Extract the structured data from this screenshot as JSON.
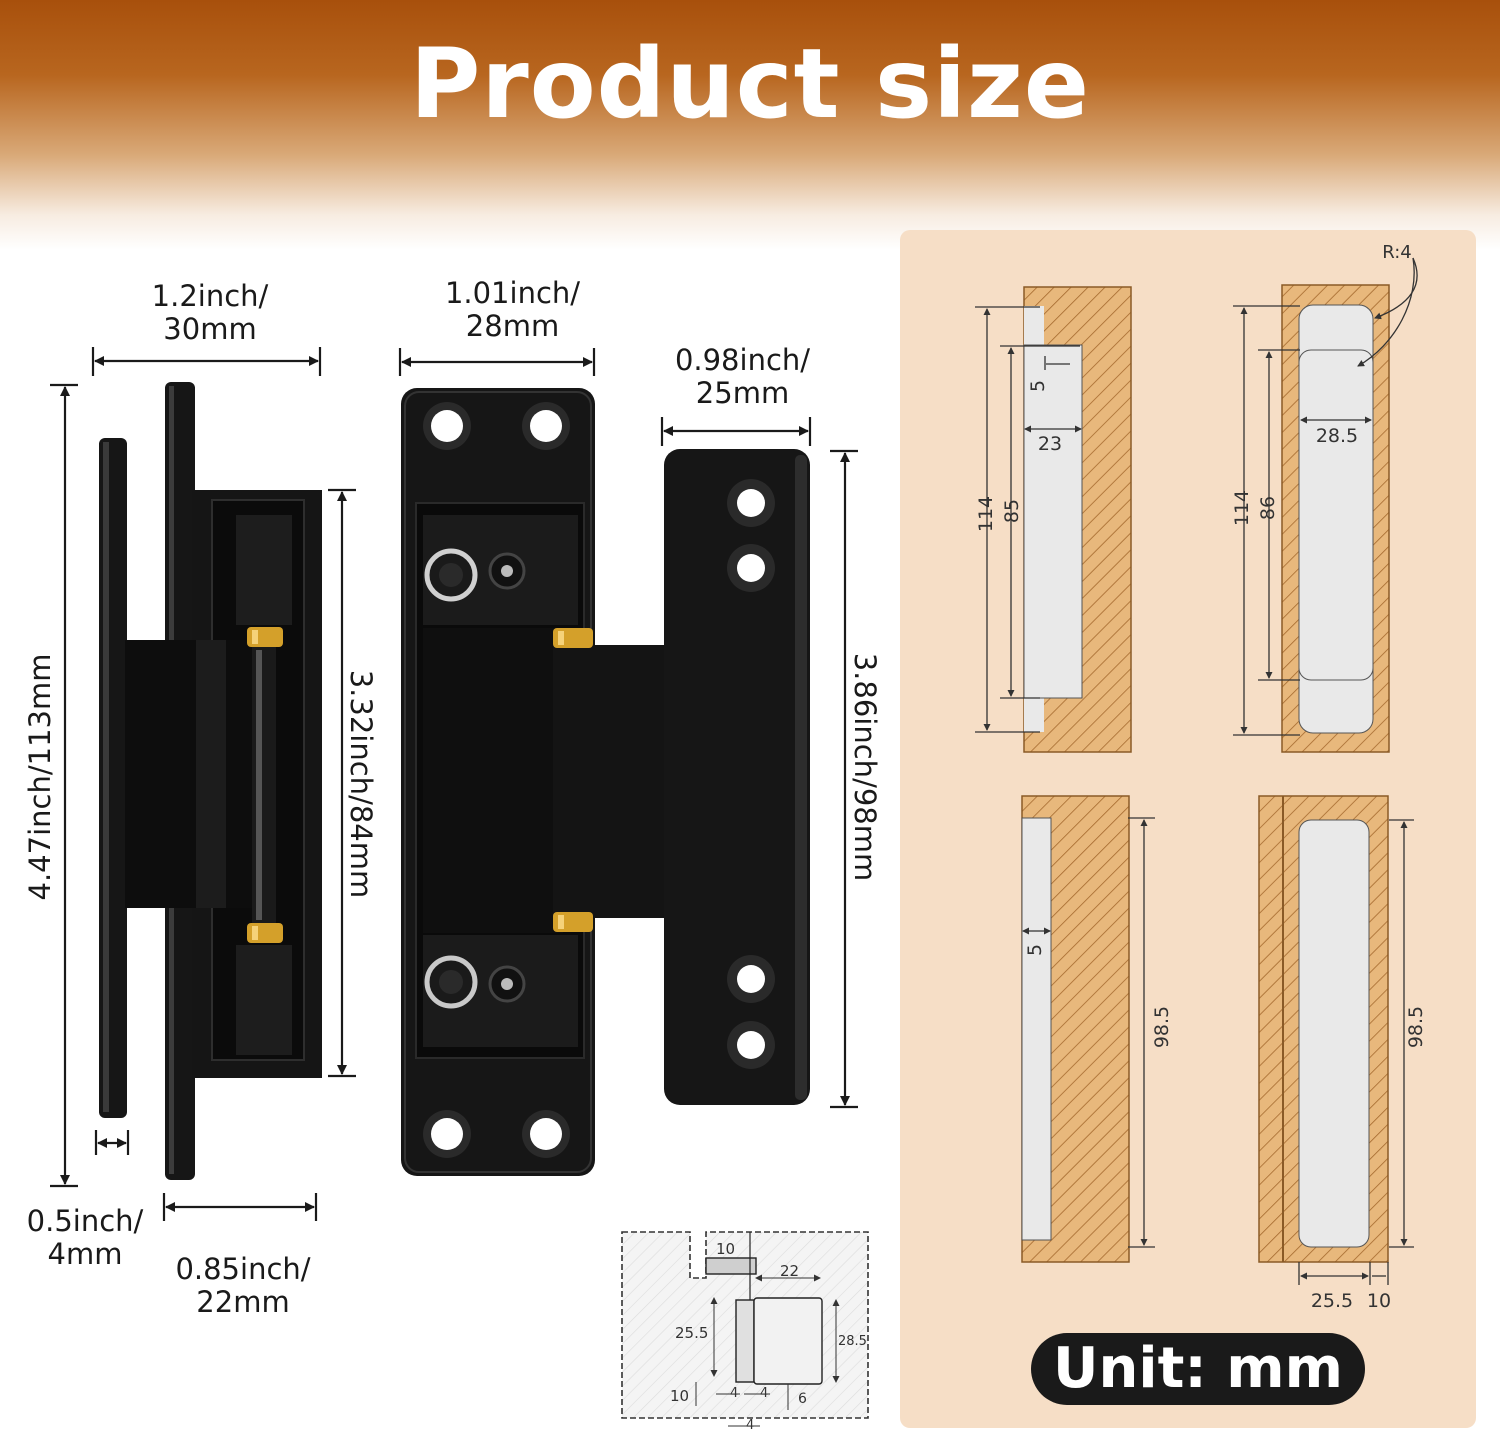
{
  "title": "Product size",
  "unit_badge": "Unit: mm",
  "colors": {
    "banner_top": "#a8500c",
    "panel_bg": "#f6dec6",
    "hinge": "#121212",
    "wood": "#e6b57a"
  },
  "hinge_dimensions": {
    "side_width": "1.2inch/ 30mm",
    "side_height": "4.47inch/113mm",
    "body_height": "3.32inch/84mm",
    "plate_thickness": "0.5inch/ 4mm",
    "body_depth": "0.85inch/ 22mm",
    "front_width": "1.01inch/ 28mm",
    "plate_width": "0.98inch/ 25mm",
    "plate_height": "3.86inch/98mm"
  },
  "cutouts": {
    "a_114": "114",
    "a_85": "85",
    "a_5": "5",
    "a_23": "23",
    "b_r": "R:4",
    "b_114": "114",
    "b_86": "86",
    "b_285": "28.5",
    "c_5": "5",
    "c_985": "98.5",
    "d_985": "98.5",
    "d_255": "25.5",
    "d_10": "10"
  },
  "install": {
    "top_10": "10",
    "w_22": "22",
    "h_255": "25.5",
    "h_285": "28.5",
    "b_10": "10",
    "b_4a": "4",
    "b_4b": "4",
    "b_6": "6",
    "b_4c": "4"
  }
}
